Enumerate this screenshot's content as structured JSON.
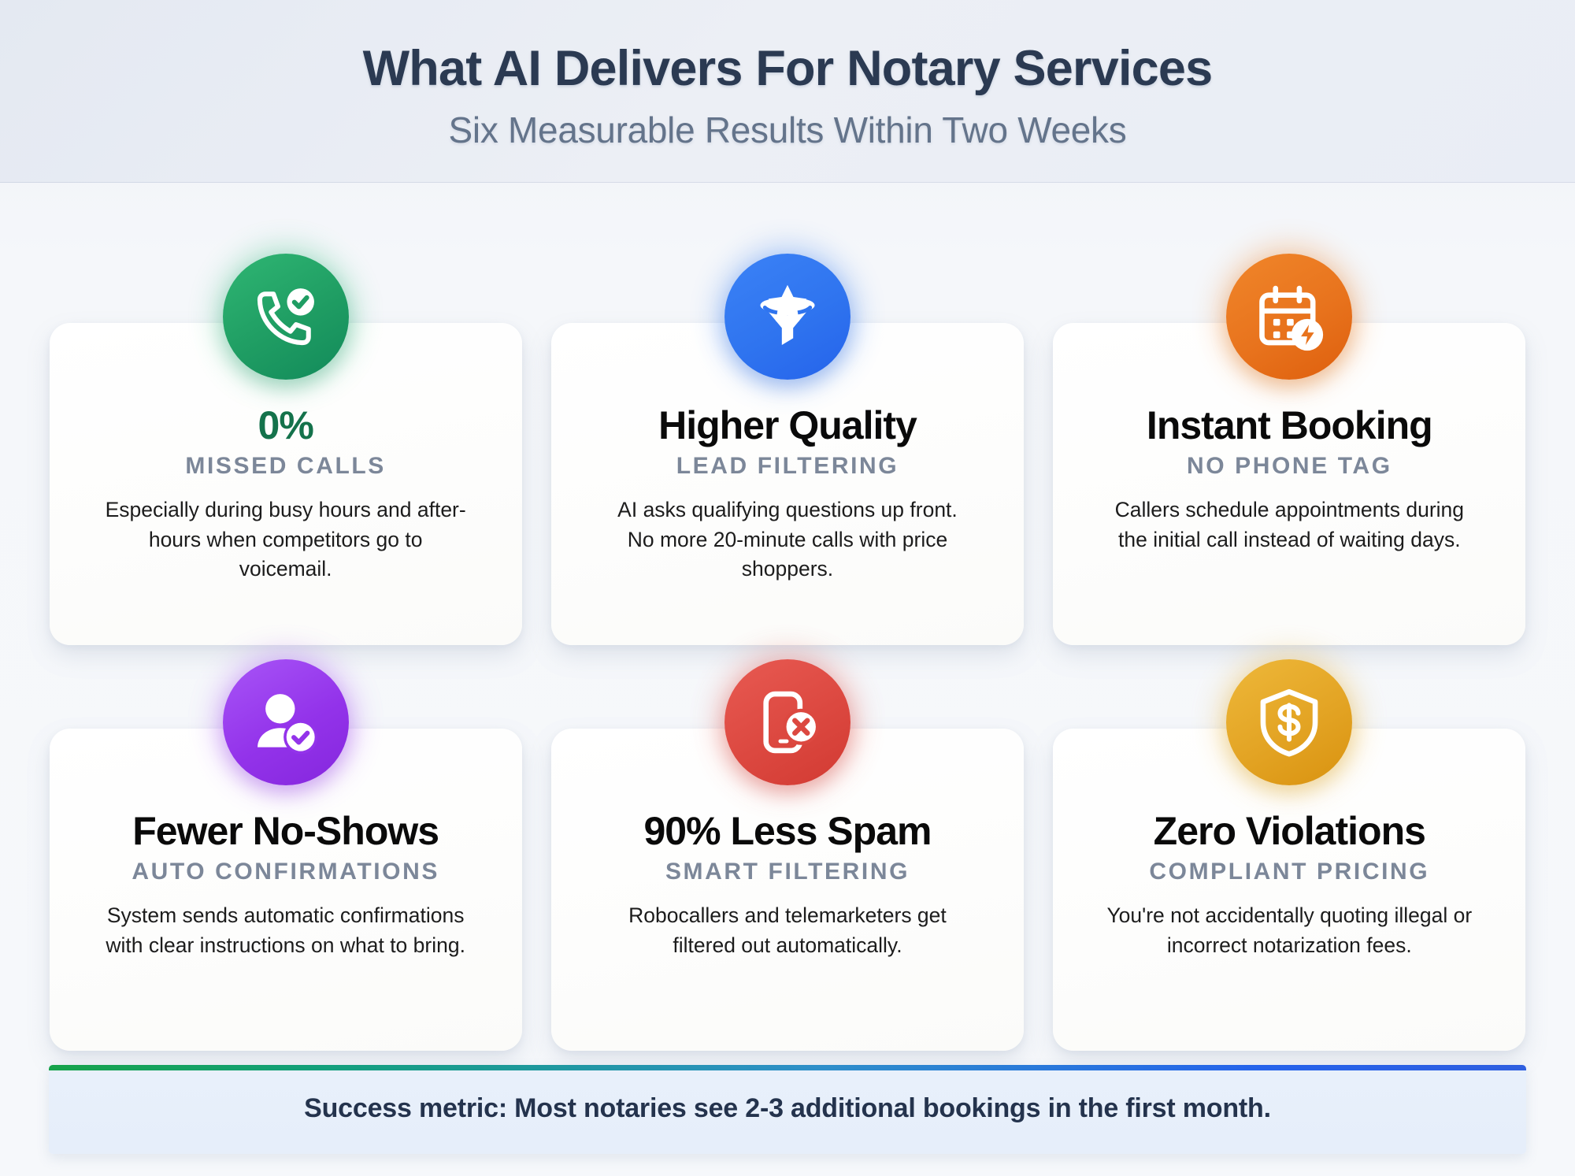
{
  "header": {
    "title": "What AI Delivers For Notary Services",
    "subtitle": "Six Measurable Results Within Two Weeks"
  },
  "colors": {
    "green": "#1f9d63",
    "blue": "#2f74ef",
    "orange": "#e8731d",
    "purple": "#9333ea",
    "red": "#dc4840",
    "gold": "#e3a424",
    "title": "#2b3a52",
    "subtitle": "#64748b",
    "label": "#7c8799",
    "stat_green": "#14724b",
    "banner_text": "#24334d"
  },
  "cards": [
    {
      "icon": "phone-check-icon",
      "accent": "green",
      "stat": "0%",
      "label": "MISSED CALLS",
      "desc": "Especially during busy hours and after-hours when competitors go to voicemail."
    },
    {
      "icon": "funnel-star-icon",
      "accent": "blue",
      "stat": "Higher Quality",
      "label": "LEAD FILTERING",
      "desc": "AI asks qualifying questions up front. No more 20-minute calls with price shoppers."
    },
    {
      "icon": "calendar-bolt-icon",
      "accent": "orange",
      "stat": "Instant Booking",
      "label": "NO PHONE TAG",
      "desc": "Callers schedule appointments during the initial call instead of waiting days."
    },
    {
      "icon": "user-check-icon",
      "accent": "purple",
      "stat": "Fewer No-Shows",
      "label": "AUTO CONFIRMATIONS",
      "desc": "System sends automatic confirmations with clear instructions on what to bring."
    },
    {
      "icon": "phone-x-icon",
      "accent": "red",
      "stat": "90% Less Spam",
      "label": "SMART FILTERING",
      "desc": "Robocallers and telemarketers get filtered out automatically."
    },
    {
      "icon": "shield-dollar-icon",
      "accent": "gold",
      "stat": "Zero Violations",
      "label": "COMPLIANT PRICING",
      "desc": "You're not accidentally quoting illegal or incorrect notarization fees."
    }
  ],
  "footer": {
    "text": "Success metric: Most notaries see 2-3 additional bookings in the first month."
  }
}
